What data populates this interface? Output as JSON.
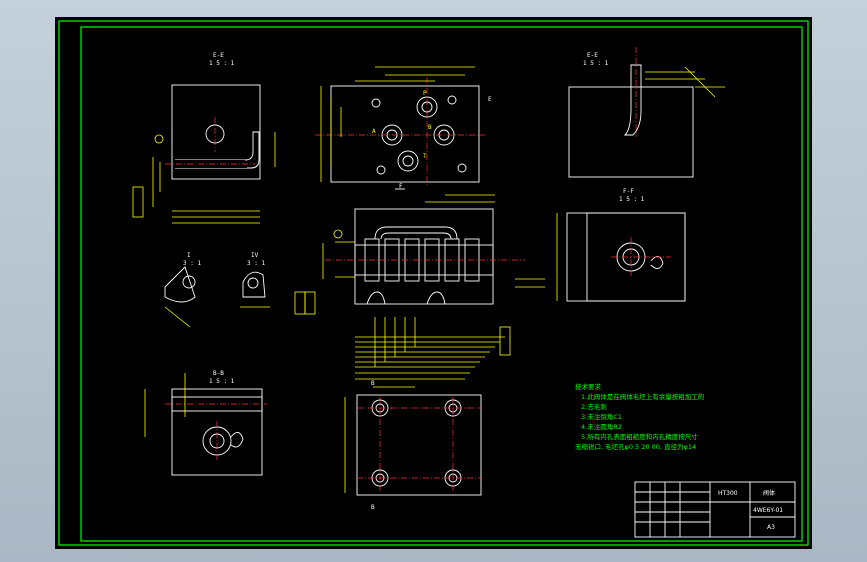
{
  "views": {
    "top_left": {
      "label": "E-E",
      "scale": "1 5 : 1"
    },
    "top_right": {
      "label": "E-E",
      "scale": "1 5 : 1"
    },
    "mid_right": {
      "label": "F-F",
      "scale": "1 5 : 1"
    },
    "bottom_left": {
      "label": "B-B",
      "scale": "1 5 : 1"
    },
    "detail_a": {
      "label": "I",
      "scale": "3 : 1"
    },
    "detail_b": {
      "label": "IV",
      "scale": "3 : 1"
    }
  },
  "port_labels": {
    "a": "A",
    "b": "B",
    "p": "P",
    "t": "T"
  },
  "section_marks": {
    "e": "E",
    "f": "F",
    "b": "B"
  },
  "tech_requirements": {
    "heading": "技术要求",
    "items": [
      "1.此阀体是在阀体毛坯上有余量按粗加工的",
      "2.去毛刺",
      "3.未注倒角C1",
      "4.未注圆角R2",
      "5.所有内孔表面粗糙度和内孔精度按尺寸",
      "无缩锐口, 毛坯孔φ0.5 20 00, 直径为φ14"
    ]
  },
  "title_block": {
    "name": "阀体",
    "drawing_no": "4WE6Y-01",
    "material": "HT300",
    "sheet": "A3"
  },
  "colors": {
    "background": "#000000",
    "frame": "#00ff00",
    "lines": "#ffff00",
    "outline": "#ffffff",
    "centerline": "#ff3030",
    "hatch": "#00ff00"
  }
}
